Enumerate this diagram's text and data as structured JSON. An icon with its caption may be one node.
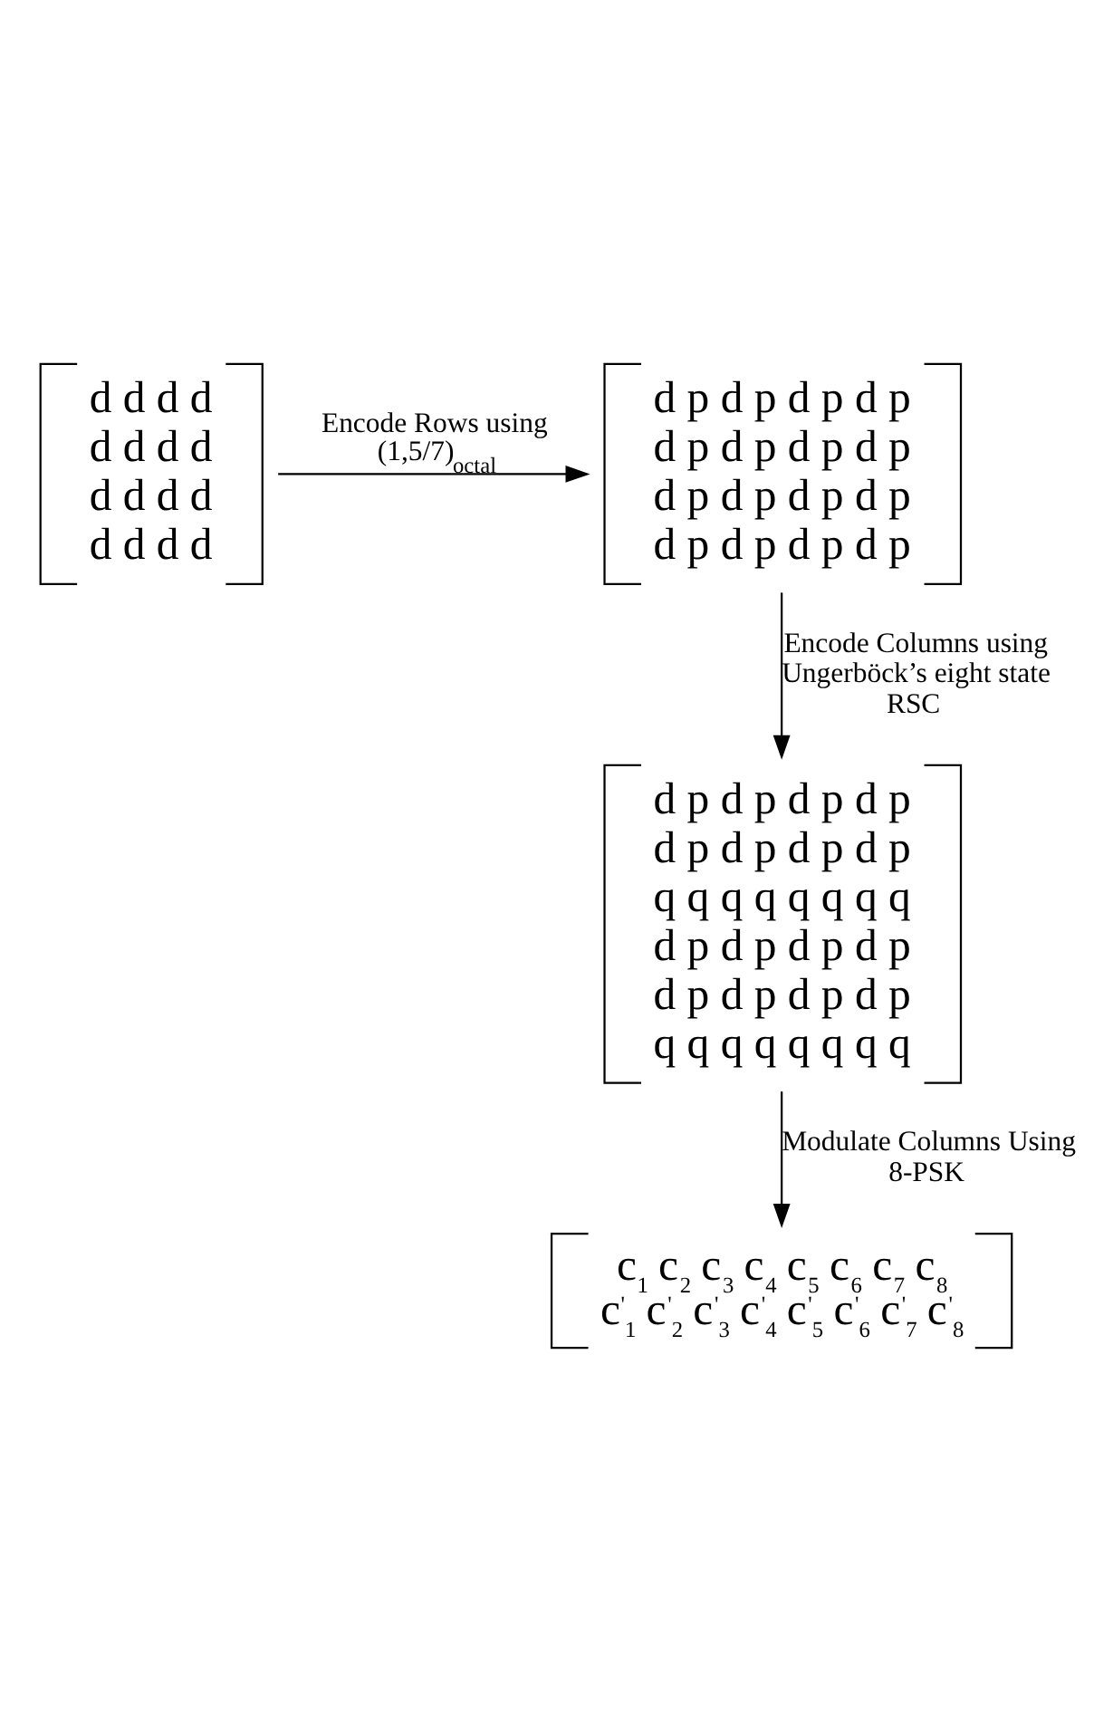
{
  "diagram": {
    "nodes": [
      {
        "text": [
          "d d d d",
          "d d d d",
          "d d d d",
          "d d d d"
        ]
      },
      {
        "text": [
          "d p d p d p d p",
          "d p d p d p d p",
          "d p d p d p d p",
          "d p d p d p d p"
        ]
      },
      {
        "text": [
          "d p d p d p d p",
          "d p d p d p d p",
          "q q q q q q q q",
          "d p d p d p d p",
          "d p d p d p d p",
          "q q q q q q q q"
        ]
      },
      {
        "text": [
          "c$_{1}$ c$_{2}$ c$_{3}$ c$_{4}$ c$_{5}$ c$_{6}$ c$_{7}$ c$_{8}$",
          "c$^{'}$$_{1}$ c$^{'}$$_{2}$ c$^{'}$$_{3}$ c$^{'}$$_{4}$ c$^{'}$$_{5}$ c$^{'}$$_{6}$ c$^{'}$$_{7}$ c$^{'}$$_{8}$"
        ]
      }
    ],
    "edges": [
      {
        "from": 0,
        "to": 1,
        "arrow": "to",
        "label": "Encode Rows using (1,5/7)$_{octal}$"
      },
      {
        "from": 1,
        "to": 2,
        "arrow": "to",
        "label": "Encode Columns using Ungerböck’s eight state RSC"
      },
      {
        "from": 2,
        "to": 3,
        "arrow": "to",
        "label": "Modulate Columns Using 8-PSK"
      }
    ]
  }
}
